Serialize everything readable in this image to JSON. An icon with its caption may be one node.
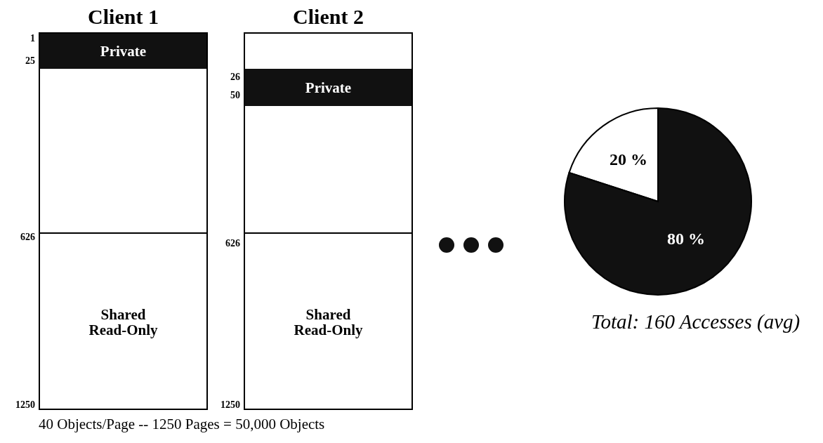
{
  "diagram": {
    "caption": "40 Objects/Page -- 1250 Pages = 50,000 Objects",
    "nodes": [
      {
        "text": [
          "Client 1"
        ]
      },
      {
        "text": [
          "Private"
        ],
        "in": 0,
        "beside": [
          "1",
          "25"
        ]
      },
      {
        "text": [
          "Shared Read-Only"
        ],
        "in": 0,
        "beside": [
          "626",
          "1250"
        ]
      },
      {
        "text": [
          "Client 2"
        ]
      },
      {
        "text": [
          "Private"
        ],
        "in": 3,
        "beside": [
          "26",
          "50"
        ]
      },
      {
        "text": [
          "Shared Read-Only"
        ],
        "in": 3,
        "beside": [
          "626",
          "1250"
        ]
      }
    ],
    "chart_data": {
      "type": "pie",
      "title": "Total: 160 Accesses (avg)",
      "values": [
        20,
        80
      ],
      "value_labels": [
        "20 %",
        "80 %"
      ]
    }
  }
}
